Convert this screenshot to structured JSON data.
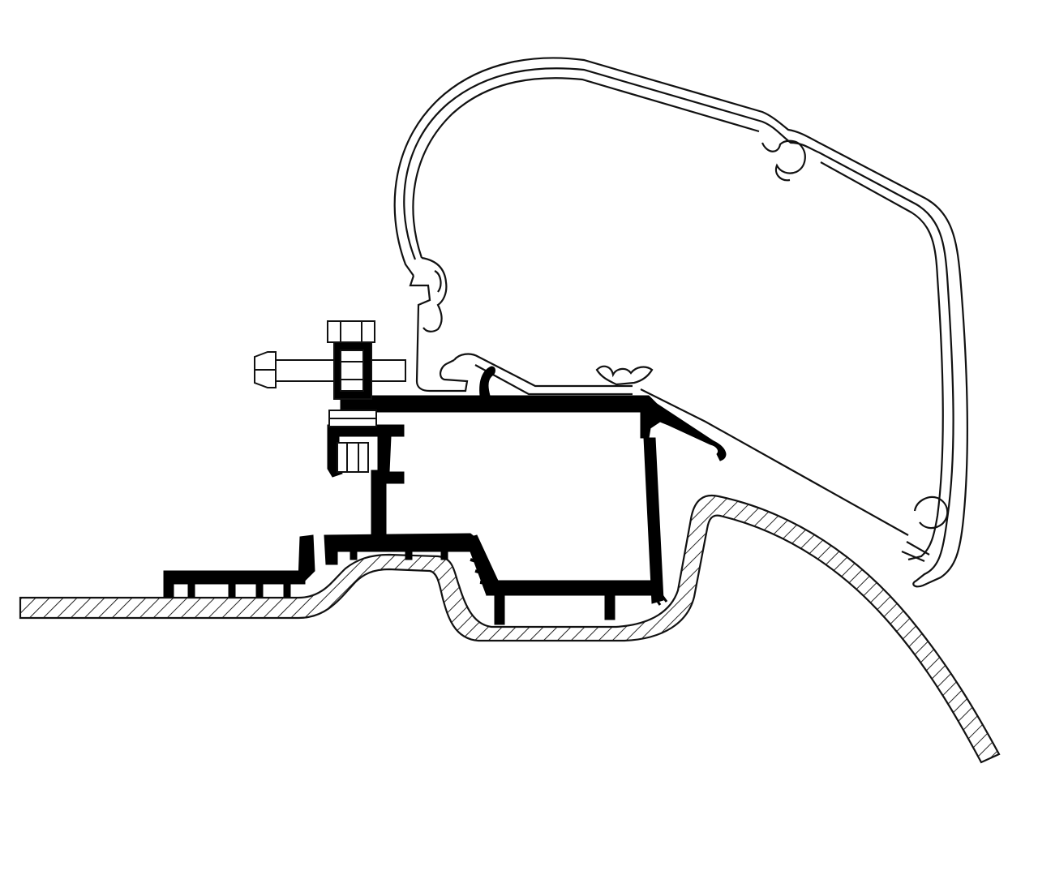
{
  "figure": {
    "kind": "technical cross-section line drawing",
    "colors": {
      "background": "#ffffff",
      "stroke": "#111111",
      "solid_profile": "#000000",
      "hatch": "#222222"
    },
    "components": [
      "awning-housing-profile",
      "awning-fabric-channel",
      "adapter-bracket-profile",
      "vehicle-roof-shell",
      "hex-bolt",
      "hex-nut",
      "washer"
    ]
  }
}
